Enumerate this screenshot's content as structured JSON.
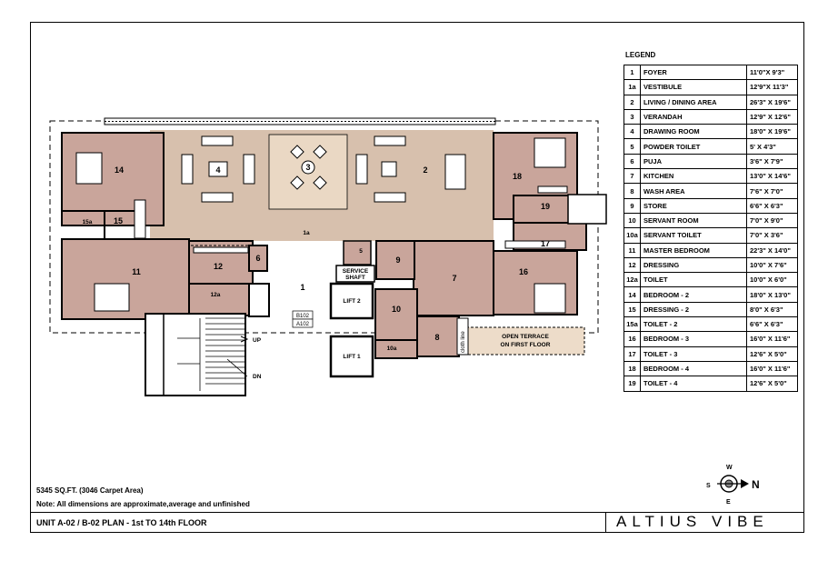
{
  "legend": {
    "title": "LEGEND",
    "rows": [
      {
        "num": "1",
        "name": "FOYER",
        "dim": "11'0\"X 9'3\""
      },
      {
        "num": "1a",
        "name": "VESTIBULE",
        "dim": "12'9\"X 11'3\""
      },
      {
        "num": "2",
        "name": "LIVING / DINING AREA",
        "dim": "26'3\" X 19'6\""
      },
      {
        "num": "3",
        "name": "VERANDAH",
        "dim": "12'9\" X 12'6\""
      },
      {
        "num": "4",
        "name": "DRAWING ROOM",
        "dim": "18'0\" X 19'6\""
      },
      {
        "num": "5",
        "name": "POWDER TOILET",
        "dim": "5' X 4'3\""
      },
      {
        "num": "6",
        "name": "PUJA",
        "dim": "3'6\" X 7'9\""
      },
      {
        "num": "7",
        "name": "KITCHEN",
        "dim": "13'0\" X 14'6\""
      },
      {
        "num": "8",
        "name": "WASH AREA",
        "dim": "7'6\" X 7'0\""
      },
      {
        "num": "9",
        "name": "STORE",
        "dim": "6'6\" X 6'3\""
      },
      {
        "num": "10",
        "name": "SERVANT ROOM",
        "dim": "7'0\" X 9'0\""
      },
      {
        "num": "10a",
        "name": "SERVANT TOILET",
        "dim": "7'0\" X 3'6\""
      },
      {
        "num": "11",
        "name": "MASTER BEDROOM",
        "dim": "22'3\" X 14'0\""
      },
      {
        "num": "12",
        "name": "DRESSING",
        "dim": "10'0\" X 7'6\""
      },
      {
        "num": "12a",
        "name": "TOILET",
        "dim": "10'0\" X 6'0\""
      },
      {
        "num": "14",
        "name": "BEDROOM - 2",
        "dim": "18'0\" X 13'0\""
      },
      {
        "num": "15",
        "name": "DRESSING - 2",
        "dim": "8'0\" X 6'3\""
      },
      {
        "num": "15a",
        "name": "TOILET - 2",
        "dim": "6'6\" X 6'3\""
      },
      {
        "num": "16",
        "name": "BEDROOM - 3",
        "dim": "16'0\" X 11'6\""
      },
      {
        "num": "17",
        "name": "TOILET - 3",
        "dim": "12'6\" X 5'0\""
      },
      {
        "num": "18",
        "name": "BEDROOM - 4",
        "dim": "16'0\" X 11'6\""
      },
      {
        "num": "19",
        "name": "TOILET - 4",
        "dim": "12'6\" X 5'0\""
      }
    ]
  },
  "plan": {
    "room_labels": [
      "14",
      "4",
      "3",
      "2",
      "18",
      "15a",
      "15",
      "19",
      "1a",
      "17",
      "11",
      "12",
      "6",
      "5",
      "9",
      "7",
      "16",
      "12a",
      "1",
      "10",
      "10a",
      "8"
    ],
    "lift1": "LIFT 1",
    "lift2": "LIFT 2",
    "shaft_line1": "SERVICE",
    "shaft_line2": "SHAFT",
    "unit_b": "B102",
    "unit_a": "A102",
    "terrace_line1": "OPEN TERRACE",
    "terrace_line2": "ON FIRST FLOOR",
    "cloth_line": "cloth line",
    "stair_up": "UP",
    "stair_dn": "DN"
  },
  "compass": {
    "n": "N",
    "s": "S",
    "e": "E",
    "w": "W"
  },
  "notes": {
    "area": "5345 SQ.FT. (3046 Carpet Area)",
    "dimensions": "Note: All dimensions are approximate,average and unfinished"
  },
  "footer": {
    "plan_title": "UNIT A-02 / B-02 PLAN - 1st TO 14th FLOOR",
    "brand": "ALTIUS VIBE"
  },
  "colors": {
    "room_fill": "#c9a59b",
    "verandah_fill": "#ead8c4",
    "hall_fill": "#d7c0ad",
    "terrace_fill": "#eddcc9"
  }
}
